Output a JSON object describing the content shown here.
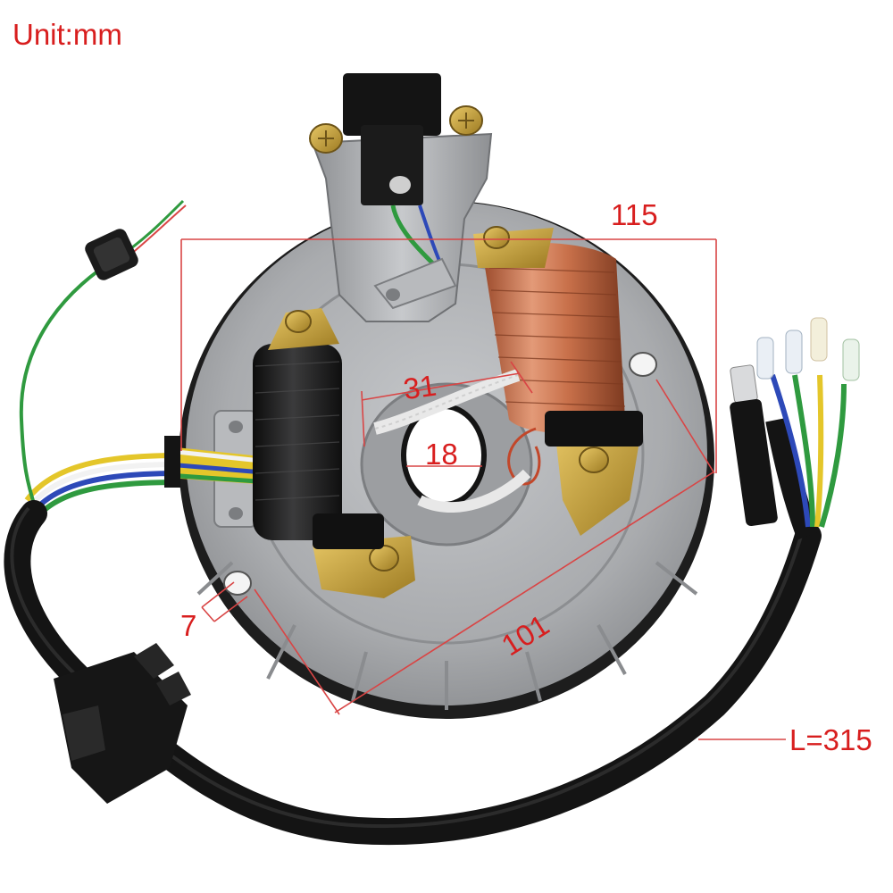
{
  "unit_label": "Unit:mm",
  "dimensions": {
    "width": "115",
    "coil_gap": "31",
    "center_hole": "18",
    "mount_hole": "7",
    "hole_spacing": "101"
  },
  "cable_length": "L=315",
  "colors": {
    "dimension_red": "#d81e1e",
    "plate_silver": "#a9abae",
    "coil_black": "#1e1e1f",
    "coil_copper": "#c8704a",
    "cable_black": "#141414",
    "wire_green": "#2f9a3f",
    "wire_yellow": "#e4c62a",
    "wire_white": "#f2f2f2",
    "wire_blue": "#2d49b8",
    "brass": "#c9a63a"
  }
}
